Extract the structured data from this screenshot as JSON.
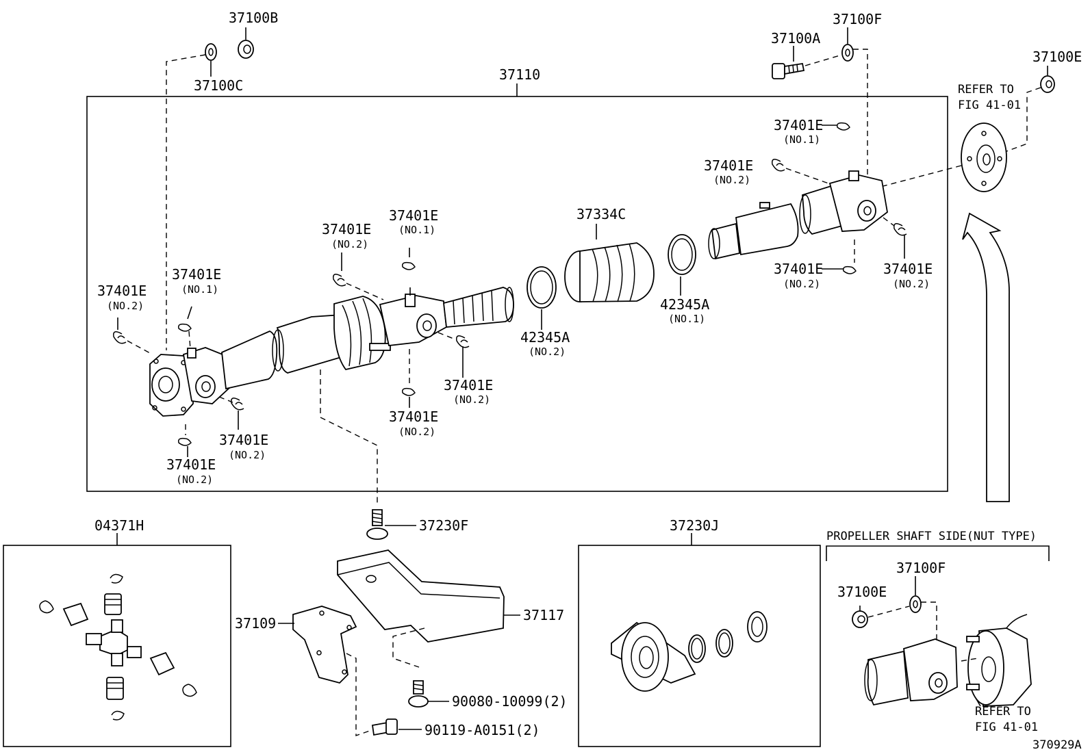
{
  "parts": {
    "p37100B": "37100B",
    "p37100C": "37100C",
    "p37100A": "37100A",
    "p37100F_top": "37100F",
    "p37100E_top": "37100E",
    "p37110": "37110",
    "p37334C": "37334C",
    "p42345A_no2": "42345A",
    "p42345A_no1": "42345A",
    "p37230F": "37230F",
    "p37230J": "37230J",
    "p04371H": "04371H",
    "p37109": "37109",
    "p37117": "37117",
    "p90080": "90080-10099(2)",
    "p90119": "90119-A0151(2)",
    "p37100F_inset": "37100F",
    "p37100E_inset": "37100E",
    "doc_id": "370929A"
  },
  "clips": [
    {
      "code": "37401E",
      "note": "(NO.1)"
    },
    {
      "code": "37401E",
      "note": "(NO.2)"
    },
    {
      "code": "37401E",
      "note": "(NO.2)"
    },
    {
      "code": "37401E",
      "note": "(NO.1)"
    },
    {
      "code": "37401E",
      "note": "(NO.2)"
    },
    {
      "code": "37401E",
      "note": "(NO.1)"
    },
    {
      "code": "37401E",
      "note": "(NO.2)"
    },
    {
      "code": "37401E",
      "note": "(NO.2)"
    },
    {
      "code": "37401E",
      "note": "(NO.2)"
    },
    {
      "code": "37401E",
      "note": "(NO.2)"
    },
    {
      "code": "37401E",
      "note": "(NO.2)"
    },
    {
      "code": "37401E",
      "note": "(NO.2)"
    }
  ],
  "notes": {
    "ring_no2": "(NO.2)",
    "ring_no1": "(NO.1)",
    "refer_top_1": "REFER TO",
    "refer_top_2": "FIG 41-01",
    "refer_bottom_1": "REFER TO",
    "refer_bottom_2": "FIG 41-01",
    "inset_title": "PROPELLER SHAFT SIDE(NUT TYPE)"
  }
}
